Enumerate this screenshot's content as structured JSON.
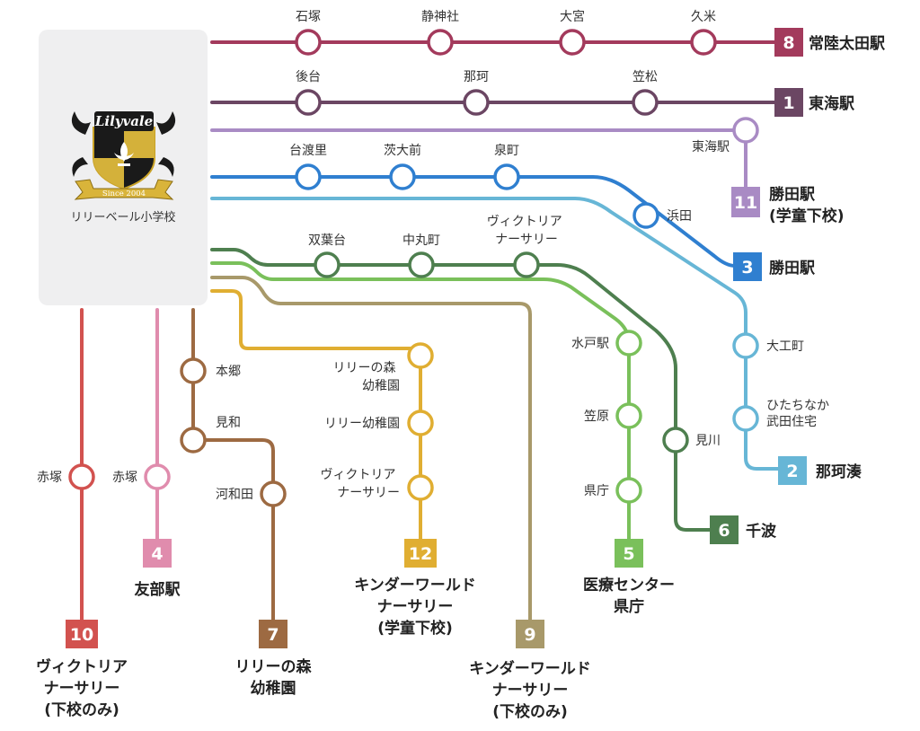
{
  "school": {
    "logo_text": "Lilyvale",
    "since": "Since 2004",
    "name": "リリーベール小学校"
  },
  "routes": [
    {
      "id": "8",
      "color": "#a33a5c",
      "dest_lines": [
        "常陸太田駅"
      ],
      "stops": [
        "石塚",
        "静神社",
        "大宮",
        "久米"
      ]
    },
    {
      "id": "1",
      "color": "#6b4663",
      "dest_lines": [
        "東海駅"
      ],
      "stops": [
        "後台",
        "那珂",
        "笠松"
      ]
    },
    {
      "id": "11",
      "color": "#a98bc4",
      "dest_lines": [
        "勝田駅",
        "(学童下校)"
      ],
      "stops": [
        "東海駅"
      ]
    },
    {
      "id": "3",
      "color": "#2f7fd0",
      "dest_lines": [
        "勝田駅"
      ],
      "stops": [
        "台渡里",
        "茨大前",
        "泉町",
        "浜田"
      ]
    },
    {
      "id": "2",
      "color": "#67b6d6",
      "dest_lines": [
        "那珂湊"
      ],
      "stops": [
        "大工町",
        "ひたちなか\n武田住宅"
      ]
    },
    {
      "id": "6",
      "color": "#4e7f4f",
      "dest_lines": [
        "千波"
      ],
      "stops": [
        "双葉台",
        "中丸町",
        "ヴィクトリア\nナーサリー",
        "見川"
      ]
    },
    {
      "id": "5",
      "color": "#7ac05b",
      "dest_lines": [
        "医療センター",
        "県庁"
      ],
      "stops": [
        "水戸駅",
        "笠原",
        "県庁"
      ]
    },
    {
      "id": "9",
      "color": "#a8996a",
      "dest_lines": [
        "キンダーワールド",
        "ナーサリー",
        "(下校のみ)"
      ],
      "stops": []
    },
    {
      "id": "12",
      "color": "#e0ae32",
      "dest_lines": [
        "キンダーワールド",
        "ナーサリー",
        "(学童下校)"
      ],
      "stops": [
        "リリーの森\n幼稚園",
        "リリー幼稚園",
        "ヴィクトリア\nナーサリー"
      ]
    },
    {
      "id": "7",
      "color": "#9d6a42",
      "dest_lines": [
        "リリーの森",
        "幼稚園"
      ],
      "stops": [
        "本郷",
        "見和",
        "河和田"
      ]
    },
    {
      "id": "4",
      "color": "#e08cad",
      "dest_lines": [
        "友部駅"
      ],
      "stops": [
        "赤塚"
      ]
    },
    {
      "id": "10",
      "color": "#d2524f",
      "dest_lines": [
        "ヴィクトリア",
        "ナーサリー",
        "(下校のみ)"
      ],
      "stops": [
        "赤塚"
      ]
    }
  ]
}
